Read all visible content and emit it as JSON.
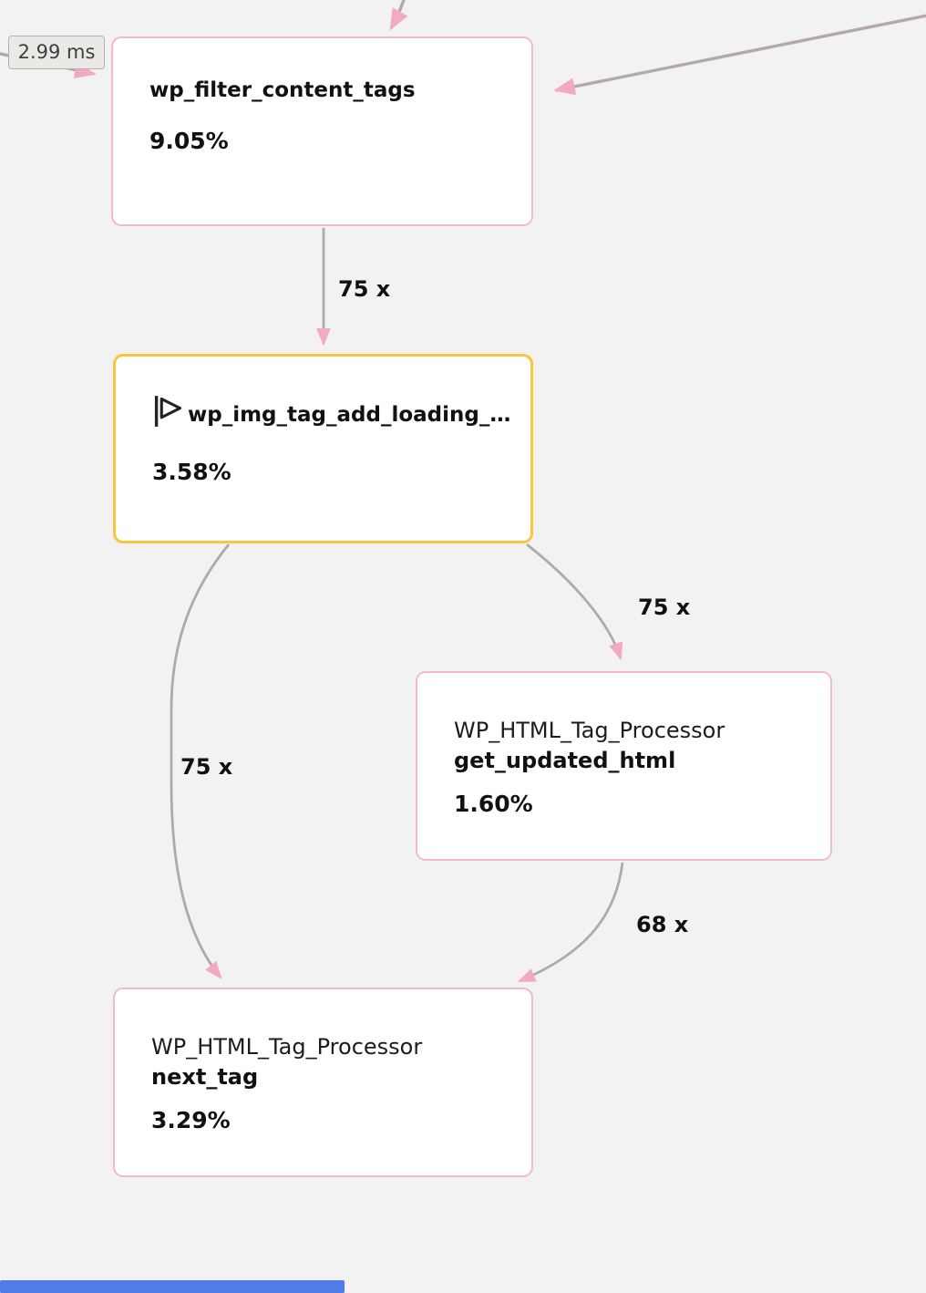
{
  "tooltip": {
    "text": "2.99 ms"
  },
  "nodes": [
    {
      "title": "wp_filter_content_tags",
      "percent": "9.05%"
    },
    {
      "title": "wp_img_tag_add_loading_…",
      "percent": "3.58%",
      "flagged": true
    },
    {
      "class_name": "WP_HTML_Tag_Processor",
      "method": "get_updated_html",
      "percent": "1.60%"
    },
    {
      "class_name": "WP_HTML_Tag_Processor",
      "method": "next_tag",
      "percent": "3.29%"
    }
  ],
  "edges": {
    "filter_to_img": {
      "label": "75 x"
    },
    "img_to_get_updated_html": {
      "label": "75 x"
    },
    "img_to_next_tag": {
      "label": "75 x"
    },
    "get_updated_html_to_next_tag": {
      "label": "68 x"
    }
  },
  "colors": {
    "background": "#f2f2f2",
    "node-fill": "#ffffff",
    "pink-border": "#f3b9cf",
    "yellow-border": "#fcc53e",
    "edge": "#ababab",
    "edge-long": "#b5a7ae",
    "arrowhead": "#f2a9c6",
    "text": "#111111",
    "badge-bg": "#ebe9e6",
    "badge-border": "#b3b1ae",
    "badge-text": "#3e3e3e",
    "scrollbar": "#4e7de5"
  }
}
